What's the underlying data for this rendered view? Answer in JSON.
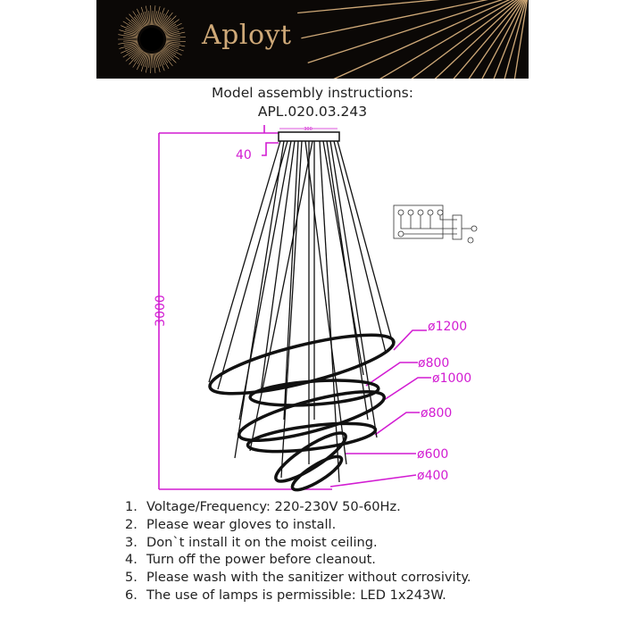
{
  "header": {
    "brand": "Aployt",
    "accent": "#cfa978"
  },
  "title": {
    "line1": "Model assembly instructions:",
    "line2": "APL.020.03.243"
  },
  "dimensions": {
    "canopy_width": "300",
    "canopy_height": "40",
    "total_height": "3000",
    "rings": [
      "ø1200",
      "ø800",
      "ø1000",
      "ø800",
      "ø600",
      "ø400"
    ],
    "color": "#d21cd2"
  },
  "instructions": [
    {
      "n": "1.",
      "text": "Voltage/Frequency: 220-230V 50-60Hz."
    },
    {
      "n": "2.",
      "text": "Please wear gloves to install."
    },
    {
      "n": "3.",
      "text": "Don`t install it on the moist ceiling."
    },
    {
      "n": "4.",
      "text": "Turn off the power before cleanout."
    },
    {
      "n": "5.",
      "text": "Please wash with the sanitizer without corrosivity."
    },
    {
      "n": "6.",
      "text": "The use of lamps is permissible: LED 1x243W."
    }
  ]
}
